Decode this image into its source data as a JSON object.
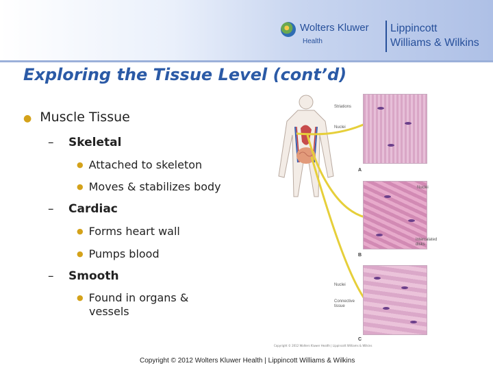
{
  "header": {
    "brand_name": "Wolters Kluwer",
    "brand_sub": "Health",
    "publisher_line1": "Lippincott",
    "publisher_line2": "Williams & Wilkins"
  },
  "slide": {
    "title": "Exploring the Tissue Level (cont’d)",
    "main_bullet": "Muscle Tissue",
    "groups": [
      {
        "dash": "–",
        "label": "Skeletal",
        "items": [
          "Attached to skeleton",
          "Moves & stabilizes body"
        ]
      },
      {
        "dash": "–",
        "label": "Cardiac",
        "items": [
          "Forms heart wall",
          "Pumps blood"
        ]
      },
      {
        "dash": "–",
        "label": "Smooth",
        "items": [
          "Found in organs & vessels"
        ]
      }
    ]
  },
  "figure": {
    "labels": {
      "striations": "Striations",
      "nuclei_a": "Nuclei",
      "nuclei_b": "Nuclei",
      "intercalated": "Intercalated disks",
      "nuclei_c": "Nuclei",
      "connective": "Connective tissue"
    },
    "letters": [
      "A",
      "B",
      "C"
    ],
    "credit": "Copyright © 2012 Wolters Kluwer Health | Lippincott Williams & Wilkins"
  },
  "footer": {
    "copyright": "Copyright © 2012 Wolters Kluwer Health | Lippincott Williams & Wilkins"
  },
  "colors": {
    "title": "#2b5aa6",
    "bullet": "#d4a21a",
    "brand": "#264f9a",
    "leader_lines": "#e6cf3a"
  }
}
